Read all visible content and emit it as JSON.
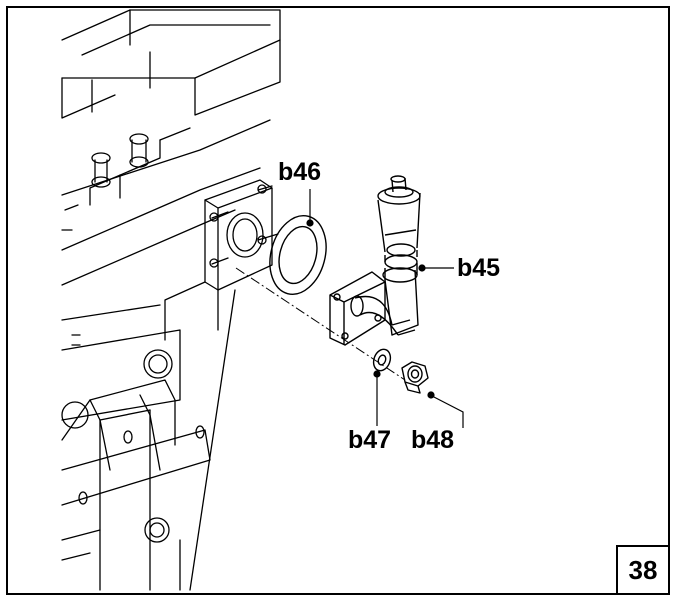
{
  "labels": {
    "b45": "b45",
    "b46": "b46",
    "b47": "b47",
    "b48": "b48"
  },
  "figure_number": "38",
  "colors": {
    "line": "#000000",
    "background": "#ffffff"
  }
}
